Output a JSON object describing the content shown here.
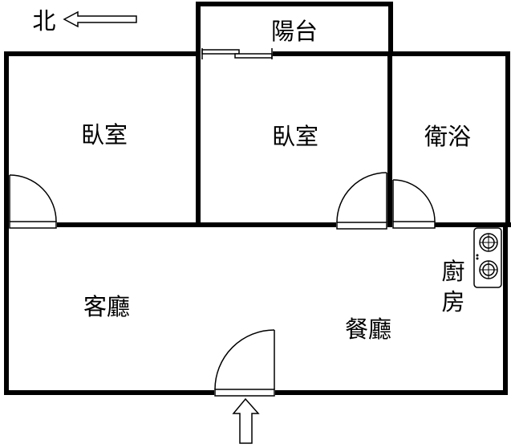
{
  "compass": {
    "label": "北"
  },
  "rooms": {
    "balcony": "陽台",
    "bedroom_1": "臥室",
    "bedroom_2": "臥室",
    "bathroom": "衛浴",
    "living_room": "客廳",
    "dining_room": "餐廳",
    "kitchen_line1": "廚",
    "kitchen_line2": "房"
  }
}
